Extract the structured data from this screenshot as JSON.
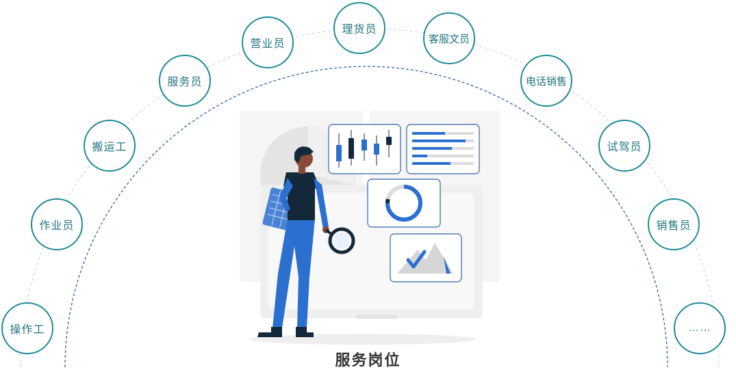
{
  "caption": "服务岗位",
  "roles": [
    {
      "label": "操作工"
    },
    {
      "label": "作业员"
    },
    {
      "label": "搬运工"
    },
    {
      "label": "服务员"
    },
    {
      "label": "营业员"
    },
    {
      "label": "理货员"
    },
    {
      "label": "客服文员"
    },
    {
      "label": "电话销售"
    },
    {
      "label": "试驾员"
    },
    {
      "label": "销售员"
    },
    {
      "label": "……"
    }
  ],
  "colors": {
    "ring": "#1f8a94",
    "text": "#1f7480",
    "accent": "#2b6fcf",
    "dark": "#13293a"
  }
}
